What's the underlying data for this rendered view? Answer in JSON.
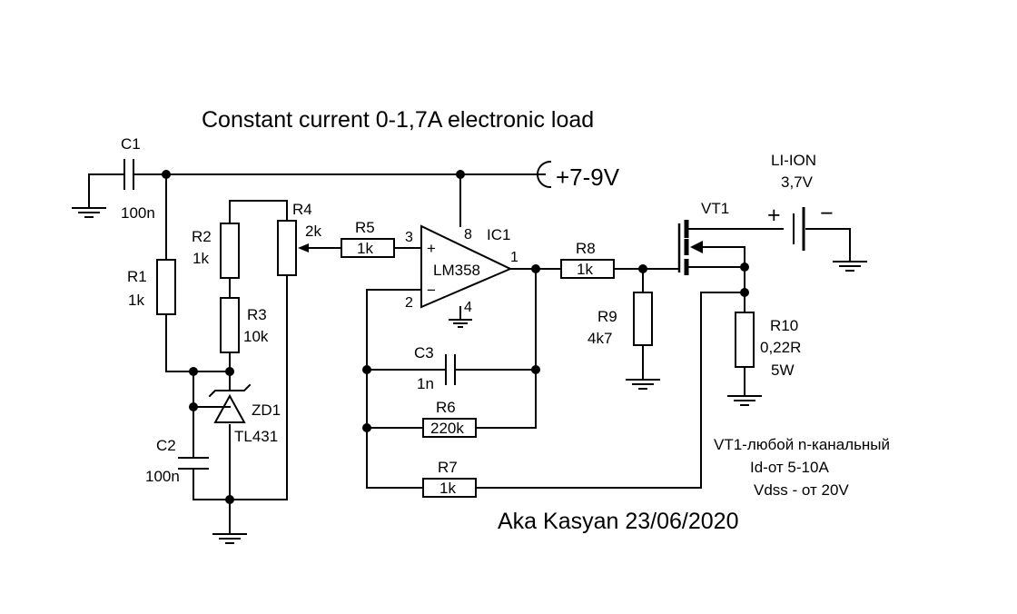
{
  "title": "Constant current 0-1,7A  electronic load",
  "author": "Aka Kasyan 23/06/2020",
  "supply": "+7-9V",
  "battery": {
    "name": "LI-ION",
    "voltage": "3,7V",
    "plus": "+",
    "minus": "−"
  },
  "components": {
    "C1": {
      "ref": "C1",
      "value": "100n"
    },
    "C2": {
      "ref": "C2",
      "value": "100n"
    },
    "C3": {
      "ref": "C3",
      "value": "1n"
    },
    "R1": {
      "ref": "R1",
      "value": "1k"
    },
    "R2": {
      "ref": "R2",
      "value": "1k"
    },
    "R3": {
      "ref": "R3",
      "value": "10k"
    },
    "R4": {
      "ref": "R4",
      "value": "2k"
    },
    "R5": {
      "ref": "R5",
      "value": "1k"
    },
    "R6": {
      "ref": "R6",
      "value": "220k"
    },
    "R7": {
      "ref": "R7",
      "value": "1k"
    },
    "R8": {
      "ref": "R8",
      "value": "1k"
    },
    "R9": {
      "ref": "R9",
      "value": "4k7"
    },
    "R10": {
      "ref": "R10",
      "value": "0,22R",
      "power": "5W"
    },
    "ZD1": {
      "ref": "ZD1",
      "value": "TL431"
    },
    "IC1": {
      "ref": "IC1",
      "value": "LM358",
      "pin3": "3",
      "pin2": "2",
      "pin8": "8",
      "pin4": "4",
      "pin1": "1",
      "plus": "+",
      "minus": "−"
    },
    "VT1": {
      "ref": "VT1"
    }
  },
  "notes": {
    "line1": "VT1-любой n-канальный",
    "line2": "Id-от 5-10A",
    "line3": "Vdss - от 20V"
  }
}
